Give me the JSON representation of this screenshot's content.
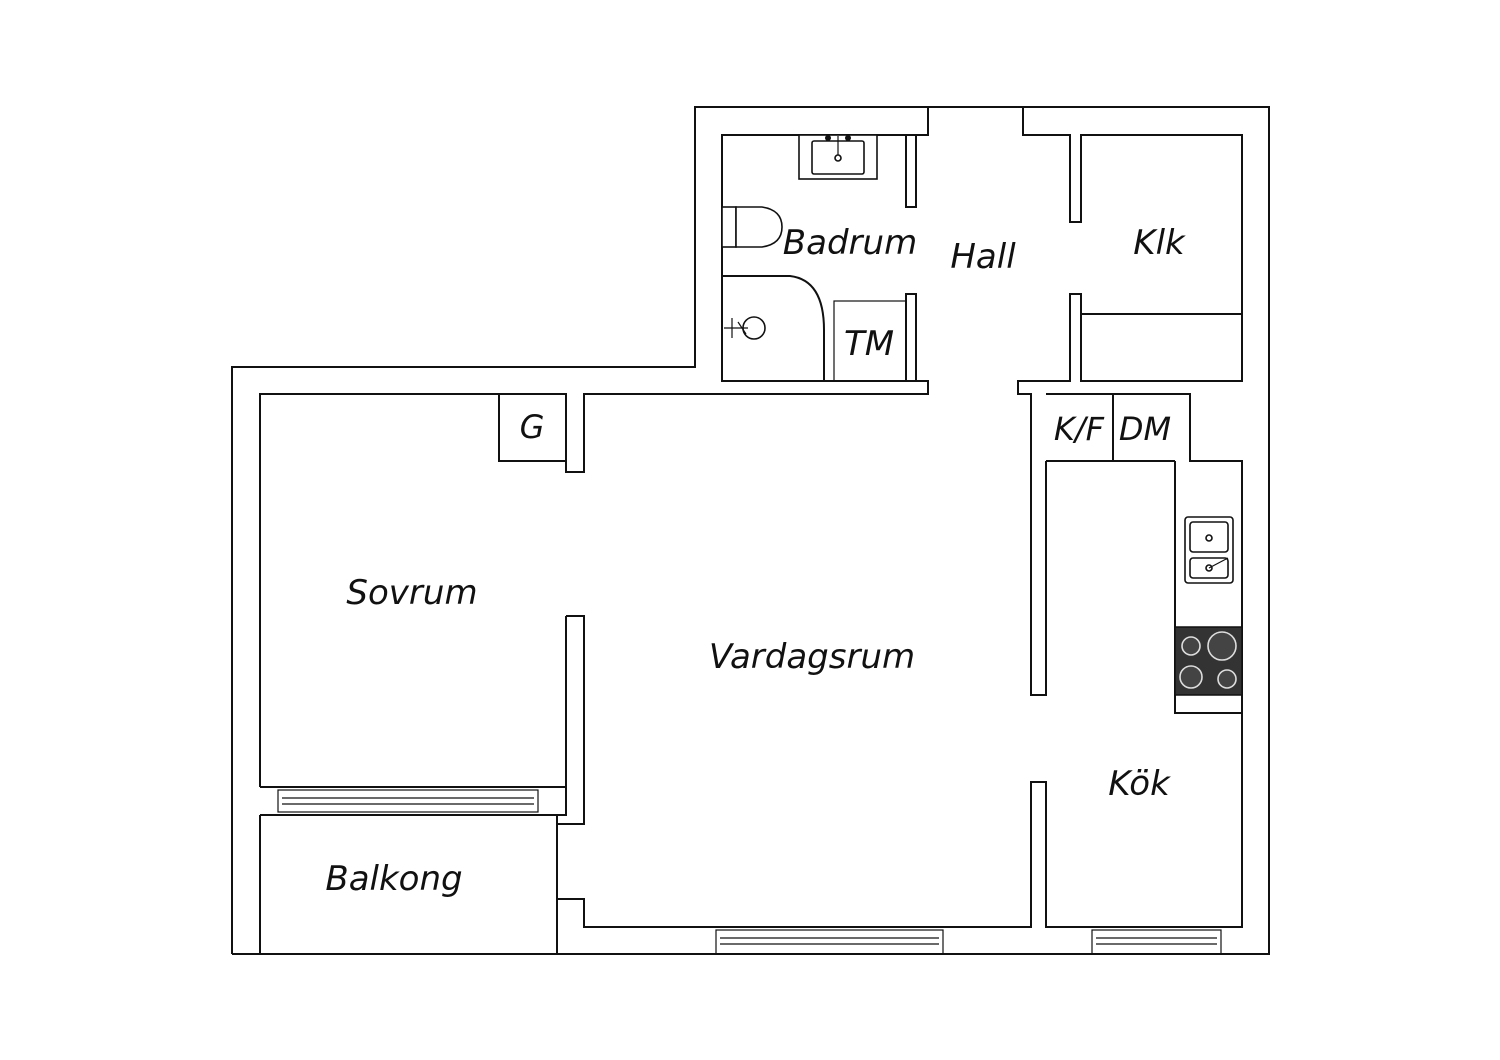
{
  "rooms": {
    "badrum": "Badrum",
    "hall": "Hall",
    "klk": "Klk",
    "tm": "TM",
    "g": "G",
    "kf": "K/F",
    "dm": "DM",
    "sovrum": "Sovrum",
    "vardagsrum": "Vardagsrum",
    "kok": "Kök",
    "balkong": "Balkong"
  },
  "colors": {
    "line": "#111111",
    "background": "#ffffff",
    "hob": "#333333"
  },
  "icons": [
    "sink-icon",
    "toilet-icon",
    "shower-icon",
    "kitchen-sink-icon",
    "stove-icon"
  ]
}
